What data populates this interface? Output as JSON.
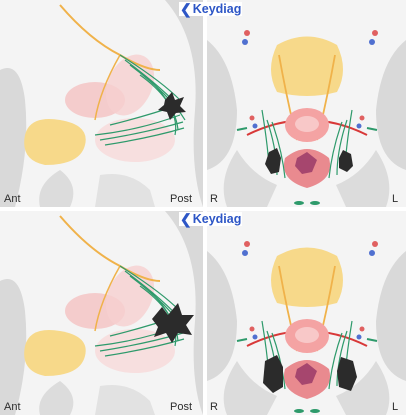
{
  "brand": {
    "logo_icon": "chevron-k-icon",
    "name": "Keydiag",
    "color": "#2d56c6"
  },
  "rows": [
    {
      "sagittal": {
        "label_left": "Ant",
        "label_right": "Post"
      },
      "coronal": {
        "label_left": "R",
        "label_right": "L"
      }
    },
    {
      "sagittal": {
        "label_left": "Ant",
        "label_right": "Post"
      },
      "coronal": {
        "label_left": "R",
        "label_right": "L"
      }
    }
  ],
  "colors": {
    "bone": "#d9d9d9",
    "bladder": "#f7d98a",
    "uterus_pink": "#f4c2c2",
    "rectum": "#e98a8f",
    "nerves": "#2e9a6b",
    "lesion": "#2b2b2b",
    "ureter": "#f0b24a"
  }
}
